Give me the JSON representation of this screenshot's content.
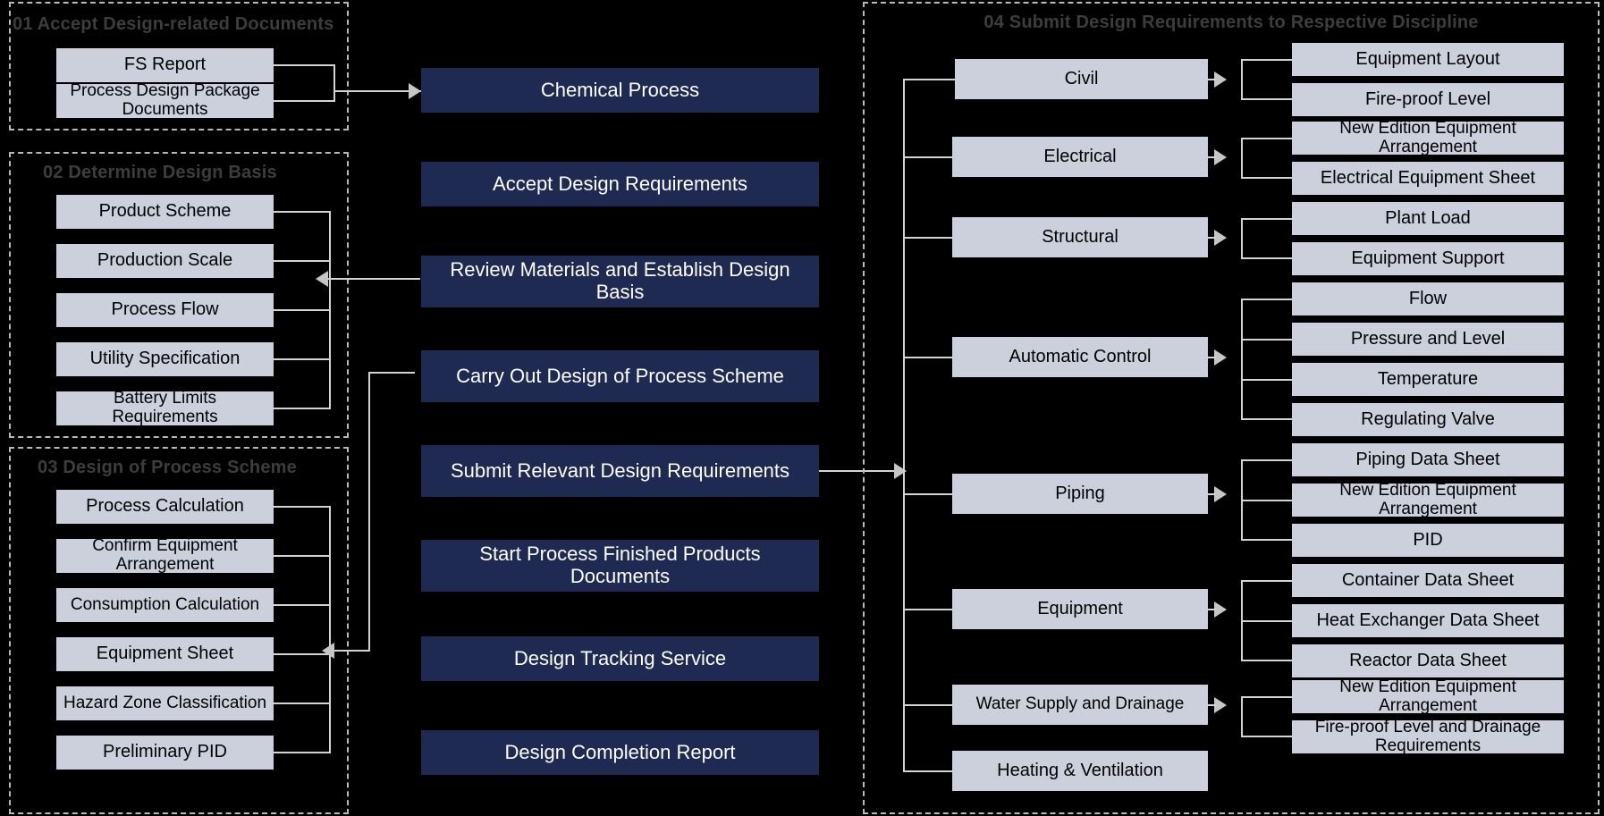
{
  "groups": {
    "g01": {
      "title": "01 Accept Design-related Documents"
    },
    "g02": {
      "title": "02 Determine Design Basis"
    },
    "g03": {
      "title": "03 Design of Process Scheme"
    },
    "g04": {
      "title": "04 Submit Design Requirements to Respective Discipline"
    }
  },
  "section01": {
    "items": [
      {
        "label": "FS Report"
      },
      {
        "label": "Process Design Package Documents"
      }
    ]
  },
  "section02": {
    "items": [
      {
        "label": "Product  Scheme"
      },
      {
        "label": "Production Scale"
      },
      {
        "label": "Process Flow"
      },
      {
        "label": "Utility Specification"
      },
      {
        "label": "Battery Limits Requirements"
      }
    ]
  },
  "section03": {
    "items": [
      {
        "label": "Process Calculation"
      },
      {
        "label": "Confirm Equipment Arrangement"
      },
      {
        "label": "Consumption Calculation"
      },
      {
        "label": "Equipment Sheet"
      },
      {
        "label": "Hazard Zone Classification"
      },
      {
        "label": "Preliminary PID"
      }
    ]
  },
  "center": {
    "steps": [
      {
        "label": "Chemical Process"
      },
      {
        "label": "Accept Design Requirements"
      },
      {
        "label": "Review Materials and Establish Design Basis"
      },
      {
        "label": "Carry Out Design of Process Scheme"
      },
      {
        "label": "Submit Relevant Design Requirements"
      },
      {
        "label": "Start Process Finished Products Documents"
      },
      {
        "label": "Design Tracking Service"
      },
      {
        "label": "Design Completion Report"
      }
    ]
  },
  "disciplines": [
    {
      "label": "Civil"
    },
    {
      "label": "Electrical"
    },
    {
      "label": "Structural"
    },
    {
      "label": "Automatic Control"
    },
    {
      "label": "Piping"
    },
    {
      "label": "Equipment"
    },
    {
      "label": "Water Supply and Drainage"
    },
    {
      "label": "Heating & Ventilation"
    }
  ],
  "deliverables": [
    {
      "label": "Equipment Layout"
    },
    {
      "label": "Fire-proof Level"
    },
    {
      "label": "New Edition Equipment Arrangement"
    },
    {
      "label": "Electrical Equipment Sheet"
    },
    {
      "label": "Plant Load"
    },
    {
      "label": "Equipment Support"
    },
    {
      "label": "Flow"
    },
    {
      "label": "Pressure and Level"
    },
    {
      "label": "Temperature"
    },
    {
      "label": "Regulating Valve"
    },
    {
      "label": "Piping Data Sheet"
    },
    {
      "label": "New Edition Equipment Arrangement"
    },
    {
      "label": "PID"
    },
    {
      "label": "Container Data Sheet"
    },
    {
      "label": "Heat Exchanger Data Sheet"
    },
    {
      "label": "Reactor Data Sheet"
    },
    {
      "label": "New Edition Equipment Arrangement"
    },
    {
      "label": "Fire-proof Level and Drainage Requirements"
    }
  ],
  "colors": {
    "background": "#000000",
    "node_grey": "#ccd0dc",
    "node_blue": "#1e2a52",
    "connector": "#d3d3d3",
    "group_border": "#b9b9b9",
    "group_title": "#3d3d3d"
  }
}
